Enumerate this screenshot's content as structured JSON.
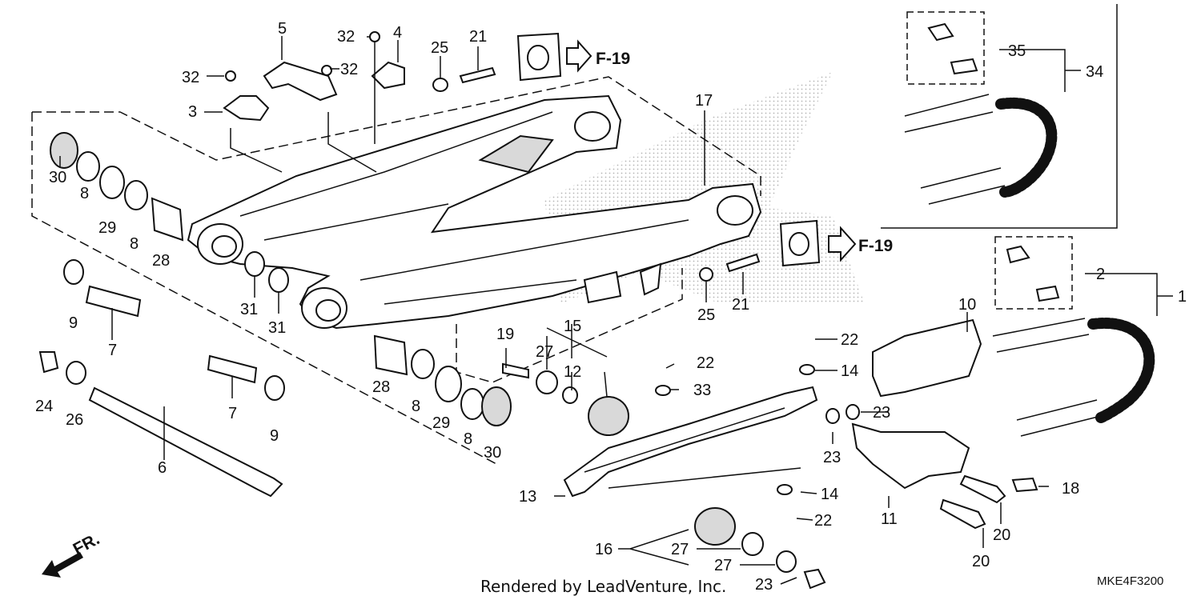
{
  "diagram": {
    "code": "MKE4F3200",
    "credit": "Rendered by LeadVenture, Inc.",
    "front_marker": "FR.",
    "ref_arrows": [
      "F-19",
      "F-19"
    ],
    "callouts": [
      {
        "id": "c5",
        "text": "5"
      },
      {
        "id": "c4",
        "text": "4"
      },
      {
        "id": "c32a",
        "text": "32"
      },
      {
        "id": "c32b",
        "text": "32"
      },
      {
        "id": "c32c",
        "text": "32"
      },
      {
        "id": "c3",
        "text": "3"
      },
      {
        "id": "c25a",
        "text": "25"
      },
      {
        "id": "c21a",
        "text": "21"
      },
      {
        "id": "c35",
        "text": "35"
      },
      {
        "id": "c34",
        "text": "34"
      },
      {
        "id": "c17",
        "text": "17"
      },
      {
        "id": "c30a",
        "text": "30"
      },
      {
        "id": "c8a",
        "text": "8"
      },
      {
        "id": "c29a",
        "text": "29"
      },
      {
        "id": "c8b",
        "text": "8"
      },
      {
        "id": "c28a",
        "text": "28"
      },
      {
        "id": "c9a",
        "text": "9"
      },
      {
        "id": "c7a",
        "text": "7"
      },
      {
        "id": "c31a",
        "text": "31"
      },
      {
        "id": "c31b",
        "text": "31"
      },
      {
        "id": "c25b",
        "text": "25"
      },
      {
        "id": "c21b",
        "text": "21"
      },
      {
        "id": "c2",
        "text": "2"
      },
      {
        "id": "c1",
        "text": "1"
      },
      {
        "id": "c10",
        "text": "10"
      },
      {
        "id": "c24",
        "text": "24"
      },
      {
        "id": "c26",
        "text": "26"
      },
      {
        "id": "c7b",
        "text": "7"
      },
      {
        "id": "c9b",
        "text": "9"
      },
      {
        "id": "c6",
        "text": "6"
      },
      {
        "id": "c28b",
        "text": "28"
      },
      {
        "id": "c8c",
        "text": "8"
      },
      {
        "id": "c29b",
        "text": "29"
      },
      {
        "id": "c8d",
        "text": "8"
      },
      {
        "id": "c30b",
        "text": "30"
      },
      {
        "id": "c19",
        "text": "19"
      },
      {
        "id": "c27a",
        "text": "27"
      },
      {
        "id": "c15",
        "text": "15"
      },
      {
        "id": "c12",
        "text": "12"
      },
      {
        "id": "c22a",
        "text": "22"
      },
      {
        "id": "c33",
        "text": "33"
      },
      {
        "id": "c22b",
        "text": "22"
      },
      {
        "id": "c14a",
        "text": "14"
      },
      {
        "id": "c23a",
        "text": "23"
      },
      {
        "id": "c23b",
        "text": "23"
      },
      {
        "id": "c18",
        "text": "18"
      },
      {
        "id": "c13",
        "text": "13"
      },
      {
        "id": "c14b",
        "text": "14"
      },
      {
        "id": "c11",
        "text": "11"
      },
      {
        "id": "c22c",
        "text": "22"
      },
      {
        "id": "c20a",
        "text": "20"
      },
      {
        "id": "c16",
        "text": "16"
      },
      {
        "id": "c27b",
        "text": "27"
      },
      {
        "id": "c27c",
        "text": "27"
      },
      {
        "id": "c23c",
        "text": "23"
      },
      {
        "id": "c20b",
        "text": "20"
      }
    ]
  }
}
